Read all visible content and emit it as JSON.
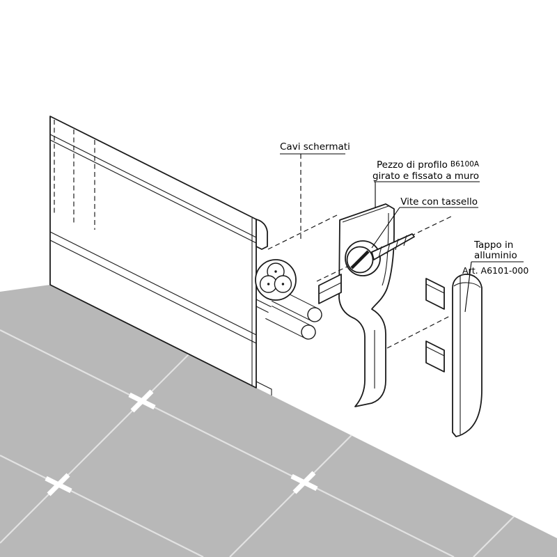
{
  "labels": {
    "cavi_schermati": "Cavi schermati",
    "pezzo_di_profilo": "Pezzo di profilo",
    "pezzo_code": "B6100A",
    "pezzo_line2": "girato e fissato a muro",
    "vite_con_tassello": "Vite con tassello",
    "tappo_line1": "Tappo in",
    "tappo_line2": "alluminio",
    "articolo": "Art. A6101-000"
  },
  "colors": {
    "line": "#1a1a1a",
    "floor_tile": "#b8b8b8",
    "grout": "#e2e2e2",
    "surface": "#ffffff"
  }
}
